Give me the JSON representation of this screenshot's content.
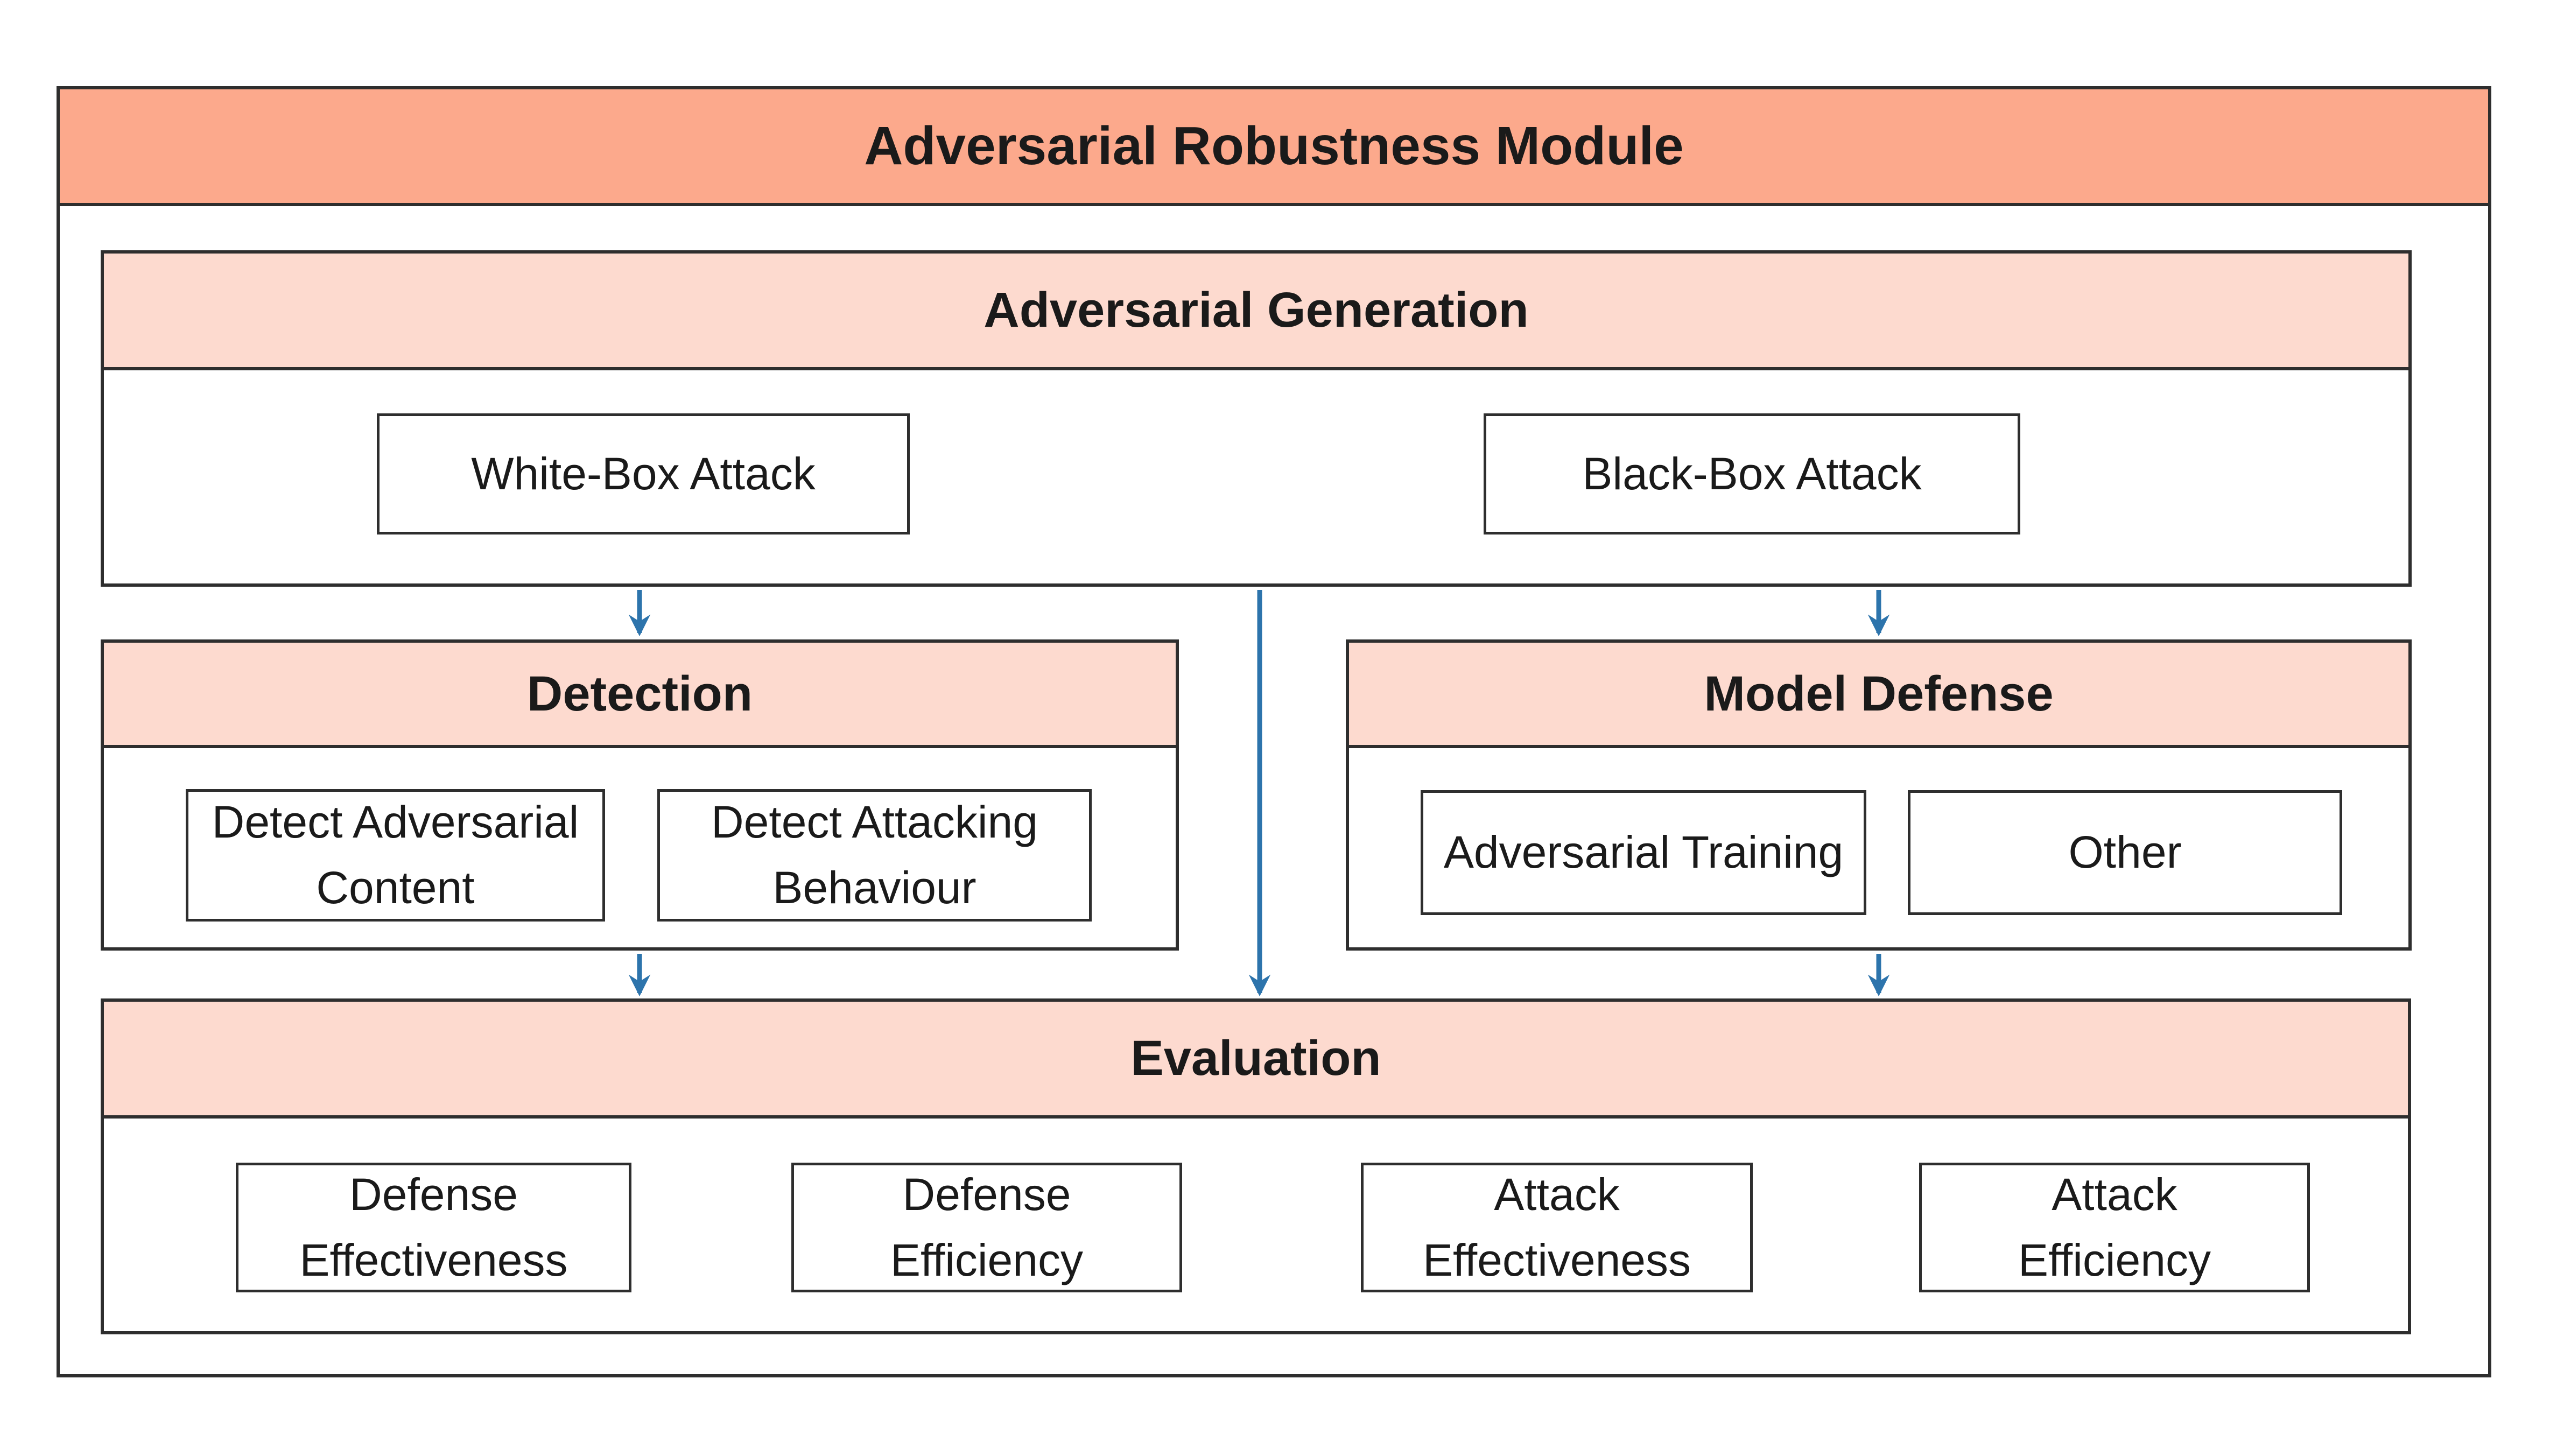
{
  "diagram": {
    "title": "Adversarial Robustness Module",
    "sections": {
      "generation": {
        "title": "Adversarial Generation",
        "items": [
          "White-Box Attack",
          "Black-Box Attack"
        ]
      },
      "detection": {
        "title": "Detection",
        "items": [
          "Detect Adversarial\nContent",
          "Detect Attacking\nBehaviour"
        ]
      },
      "defense": {
        "title": "Model Defense",
        "items": [
          "Adversarial Training",
          "Other"
        ]
      },
      "evaluation": {
        "title": "Evaluation",
        "items": [
          "Defense\nEffectiveness",
          "Defense\nEfficiency",
          "Attack\nEffectiveness",
          "Attack\nEfficiency"
        ]
      }
    },
    "connections": [
      {
        "from": "Adversarial Generation",
        "to": "Detection"
      },
      {
        "from": "Adversarial Generation",
        "to": "Model Defense"
      },
      {
        "from": "Adversarial Generation",
        "to": "Evaluation"
      },
      {
        "from": "Detection",
        "to": "Evaluation"
      },
      {
        "from": "Model Defense",
        "to": "Evaluation"
      }
    ],
    "colors": {
      "title_fill": "#FCA98C",
      "section_header_fill": "#FDDACF",
      "border": "#2E2E2E",
      "arrow": "#2D74AC",
      "text": "#1A1A1A",
      "background": "#FFFFFF"
    }
  }
}
